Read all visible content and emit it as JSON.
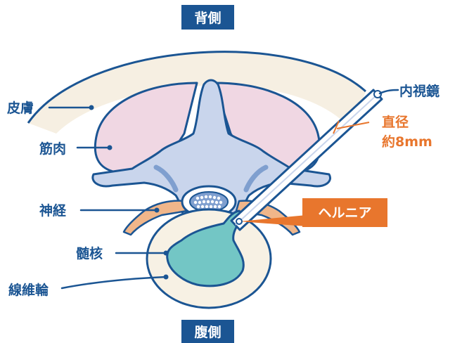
{
  "labels": {
    "dorsal": "背側",
    "ventral": "腹側",
    "skin": "皮膚",
    "muscle": "筋肉",
    "nerve": "神経",
    "nucleus": "髄核",
    "annulus": "線維輪",
    "endoscope": "内視鏡",
    "diameter_line1": "直径",
    "diameter_line2": "約8mm",
    "hernia": "ヘルニア"
  },
  "colors": {
    "outline": "#1b5593",
    "label_box": "#1b5593",
    "accent": "#e8762d",
    "skin_fill": "#f6efe2",
    "muscle_fill": "#f0d7e3",
    "bone_fill": "#c9d5ec",
    "nucleus_fill": "#73c6c5",
    "annulus_fill": "#f7f1e4",
    "nerve_fill": "#f0b68a"
  }
}
